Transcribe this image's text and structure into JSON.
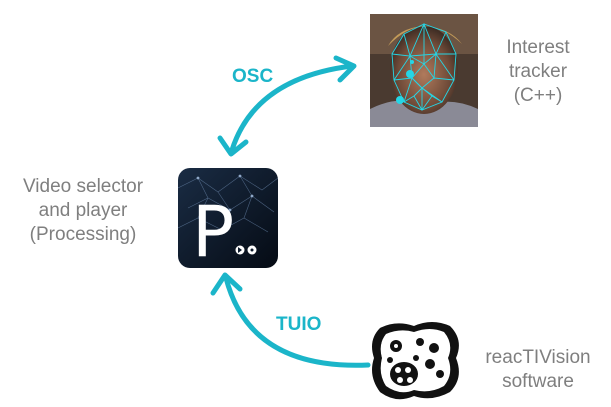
{
  "nodes": {
    "tracker": {
      "label_lines": [
        "Interest",
        "tracker",
        "(C++)"
      ],
      "icon": "face-mesh-photo"
    },
    "player": {
      "label_lines": [
        "Video selector",
        "and player",
        "(Processing)"
      ],
      "icon": "processing-logo",
      "logo_letter": "P"
    },
    "reactivision": {
      "label_lines": [
        "reacTIVision",
        "software"
      ],
      "icon": "reactivision-fiducial"
    }
  },
  "edges": {
    "osc": {
      "label": "OSC",
      "from": "tracker",
      "to": "player"
    },
    "tuio": {
      "label": "TUIO",
      "from": "reactivision",
      "to": "player"
    }
  },
  "colors": {
    "arrow": "#1bb5c9",
    "label_text": "#7f7f7f",
    "mesh": "#25d6e6",
    "logo_bg": "#0d1a2b"
  }
}
